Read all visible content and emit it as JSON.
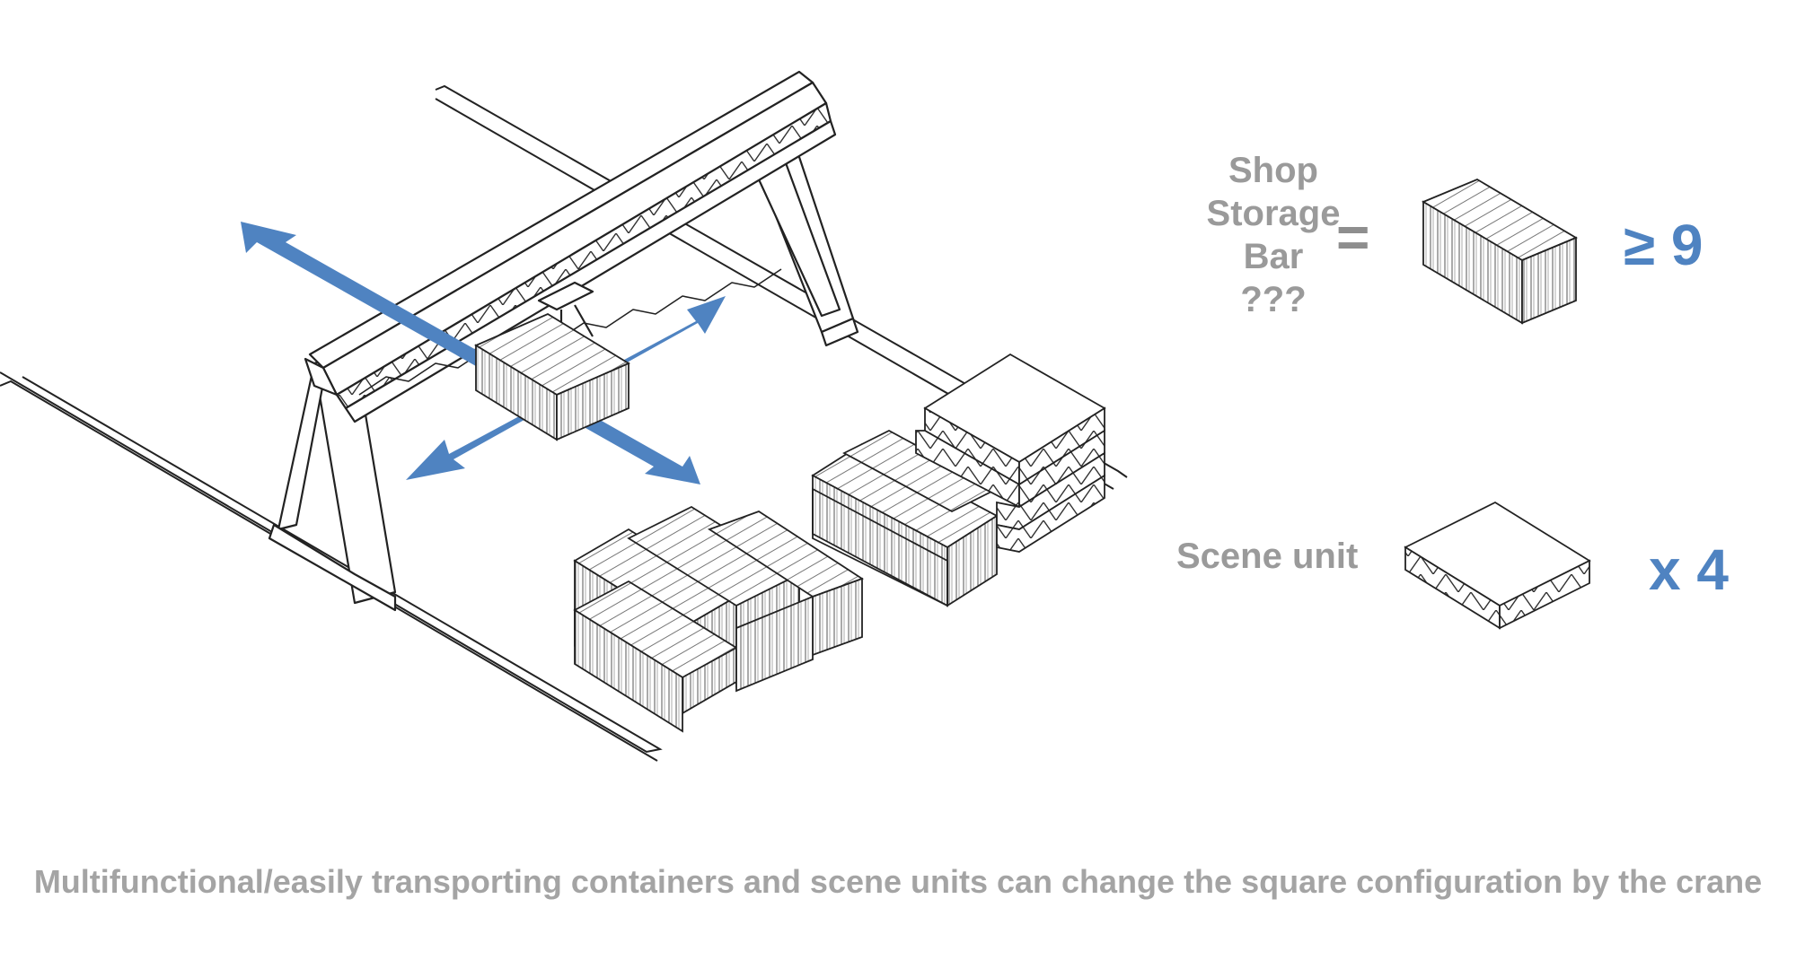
{
  "legend": {
    "shop_labels": [
      "Shop",
      "Storage",
      "Bar",
      "???"
    ],
    "equals": "=",
    "shop_count": "≥ 9",
    "scene_label": "Scene unit",
    "scene_count": "x 4"
  },
  "caption": "Multifunctional/easily transporting containers and scene units can change the square configuration by the crane",
  "colors": {
    "arrow": "#4f83c1",
    "text_gray": "#9a9a9a",
    "line": "#333333"
  },
  "icons": [
    "crane-icon",
    "container-icon",
    "scene-unit-icon",
    "move-arrow-icon"
  ]
}
